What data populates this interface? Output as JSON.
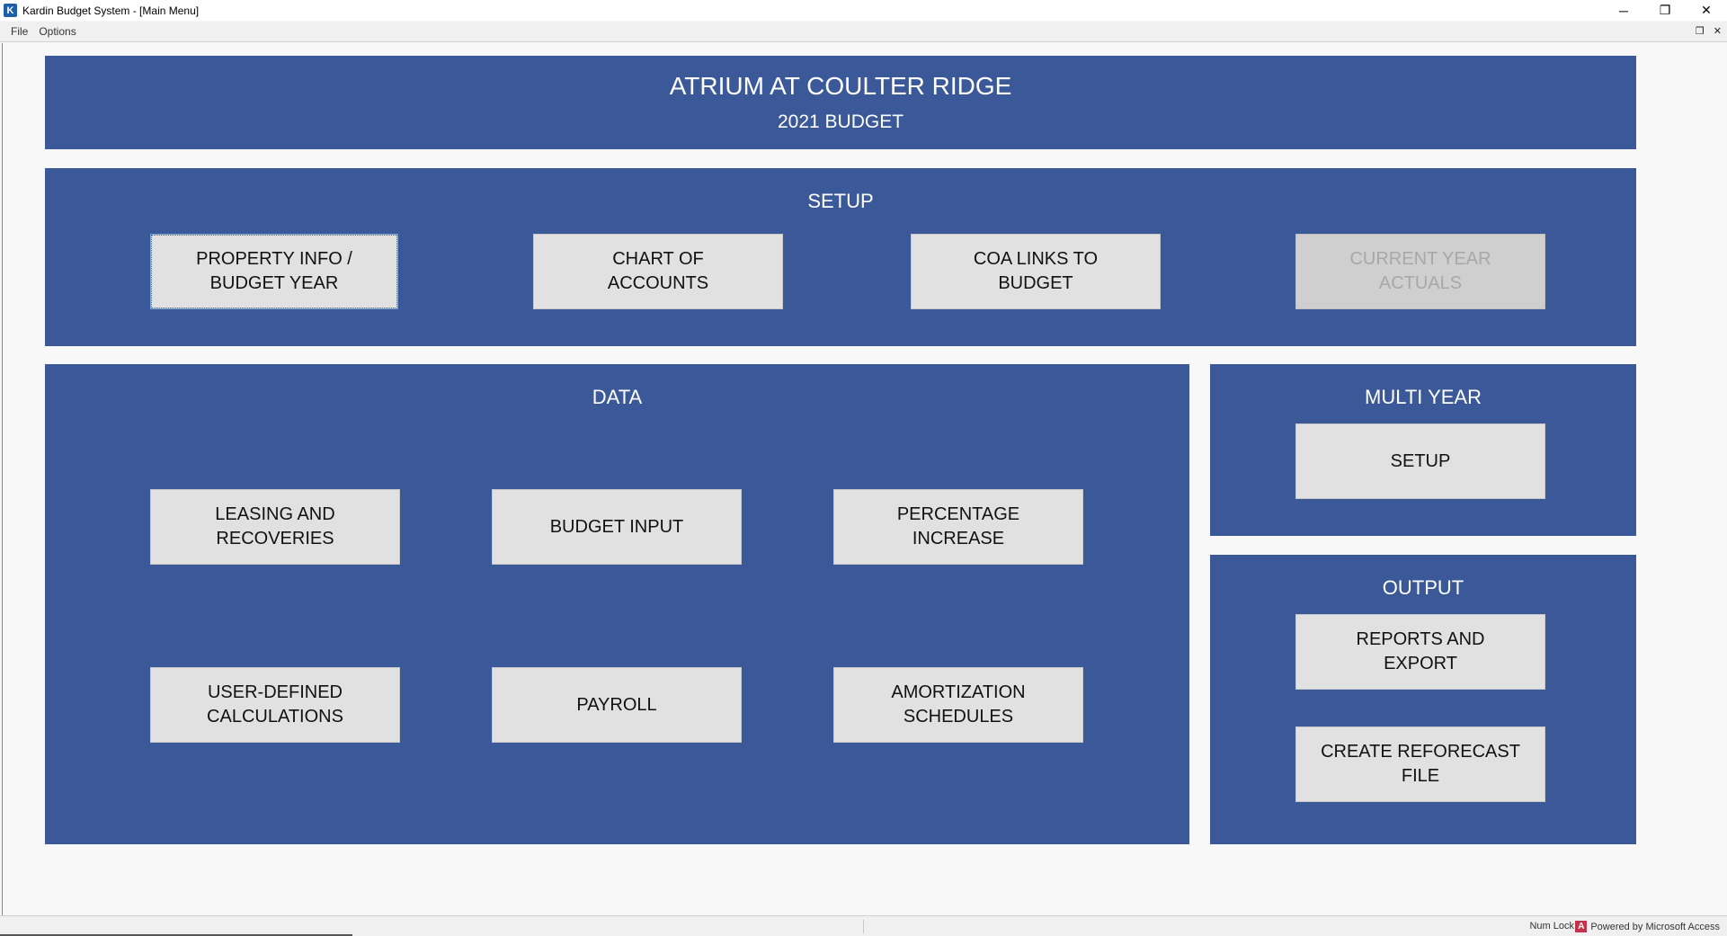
{
  "window": {
    "app_icon_letter": "K",
    "title": "Kardin Budget System - [Main Menu]",
    "minimize_glyph": "─",
    "restore_glyph": "❐",
    "close_glyph": "✕"
  },
  "menubar": {
    "items": [
      "File",
      "Options"
    ],
    "mdi_restore_glyph": "❐",
    "mdi_close_glyph": "✕"
  },
  "header": {
    "title": "ATRIUM AT COULTER RIDGE",
    "subtitle": "2021 BUDGET"
  },
  "setup": {
    "title": "SETUP",
    "buttons": [
      {
        "line1": "PROPERTY INFO /",
        "line2": "BUDGET YEAR"
      },
      {
        "line1": "CHART OF",
        "line2": "ACCOUNTS"
      },
      {
        "line1": "COA LINKS TO",
        "line2": "BUDGET"
      },
      {
        "line1": "CURRENT YEAR",
        "line2": "ACTUALS"
      }
    ]
  },
  "data_panel": {
    "title": "DATA",
    "buttons": [
      {
        "line1": "LEASING AND RECOVERIES",
        "line2": ""
      },
      {
        "line1": "BUDGET INPUT",
        "line2": ""
      },
      {
        "line1": "PERCENTAGE",
        "line2": "INCREASE"
      },
      {
        "line1": "USER-DEFINED",
        "line2": "CALCULATIONS"
      },
      {
        "line1": "PAYROLL",
        "line2": ""
      },
      {
        "line1": "AMORTIZATION",
        "line2": "SCHEDULES"
      }
    ]
  },
  "multi_year": {
    "title": "MULTI YEAR",
    "buttons": [
      {
        "line1": "SETUP",
        "line2": ""
      }
    ]
  },
  "output": {
    "title": "OUTPUT",
    "buttons": [
      {
        "line1": "REPORTS AND",
        "line2": "EXPORT"
      },
      {
        "line1": "CREATE REFORECAST FILE",
        "line2": ""
      }
    ]
  },
  "statusbar": {
    "num_lock": "Num Lock",
    "powered_by": "Powered by Microsoft Access",
    "access_icon_letter": "A"
  },
  "colors": {
    "panel_blue": "#3b5998",
    "button_gray": "#e1e1e1",
    "disabled_text": "#a8a8a8"
  }
}
